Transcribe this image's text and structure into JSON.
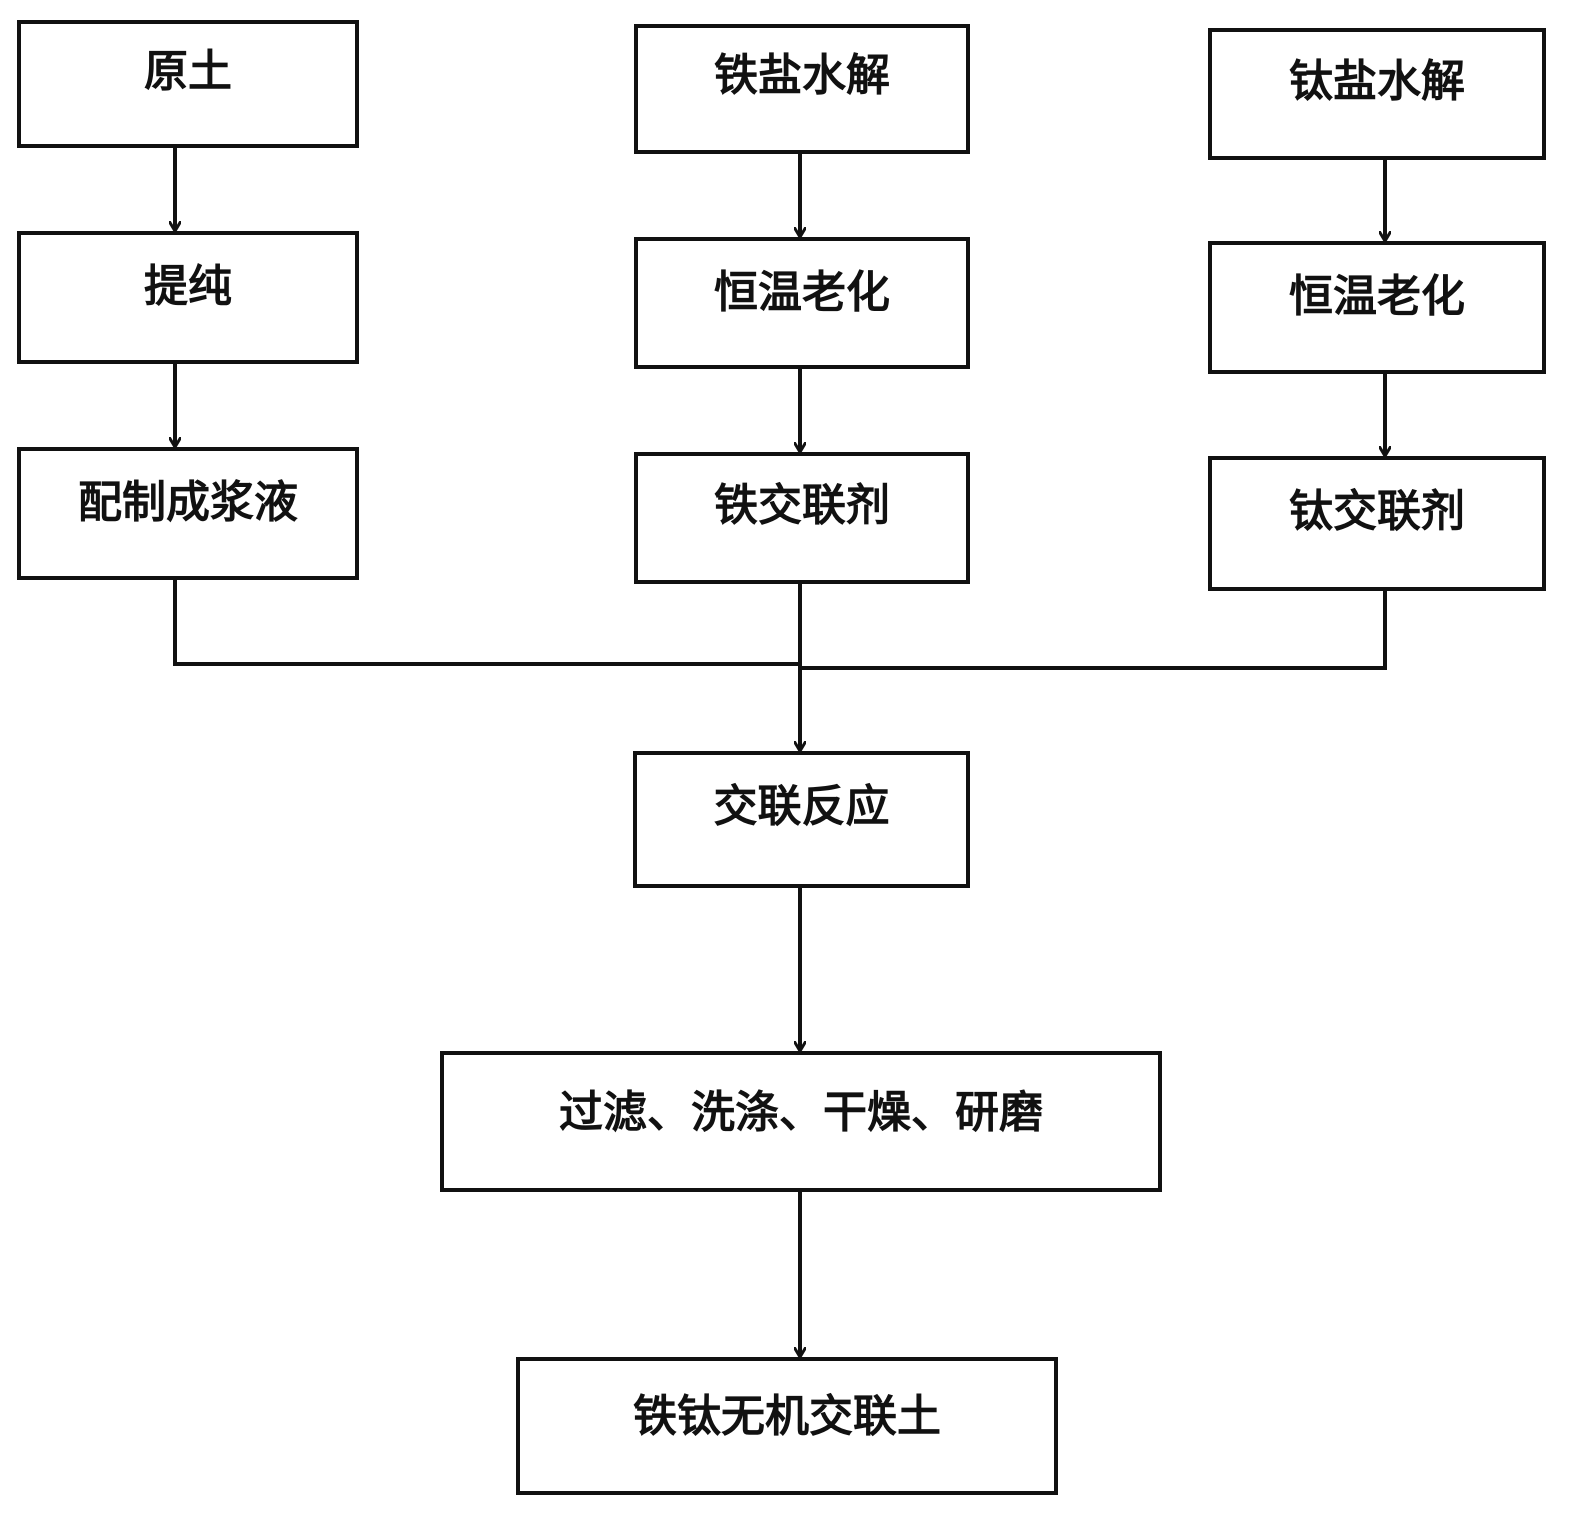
{
  "columns": [
    {
      "steps": [
        "原土",
        "提纯",
        "配制成浆液"
      ]
    },
    {
      "steps": [
        "铁盐水解",
        "恒温老化",
        "铁交联剂"
      ]
    },
    {
      "steps": [
        "钛盐水解",
        "恒温老化",
        "钛交联剂"
      ]
    }
  ],
  "merge_step": "交联反应",
  "post_step": "过滤、洗涤、干燥、研磨",
  "final_product": "铁钛无机交联土"
}
